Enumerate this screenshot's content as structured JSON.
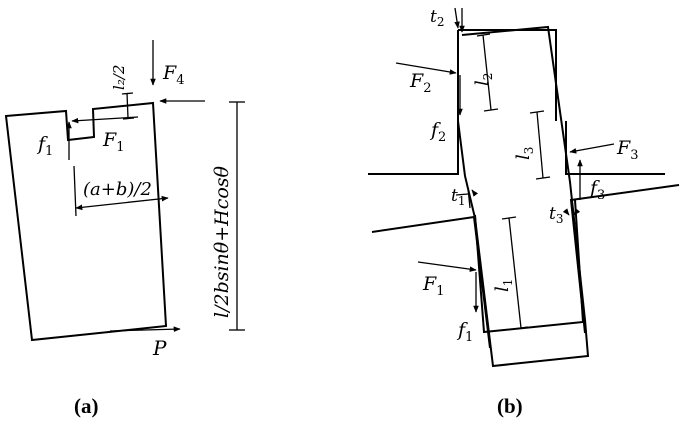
{
  "panel_a": {
    "label": "(a)",
    "labels": {
      "F4": {
        "base": "F",
        "sub": "4"
      },
      "l2_half": "l₂/2",
      "f1": {
        "base": "f",
        "sub": "1"
      },
      "F1": {
        "base": "F",
        "sub": "1"
      },
      "ab_half": "(a+b)/2",
      "P": "P",
      "height": "l/2bsinθ+Hcosθ"
    }
  },
  "panel_b": {
    "label": "(b)",
    "labels": {
      "t2": {
        "base": "t",
        "sub": "2"
      },
      "F2": {
        "base": "F",
        "sub": "2"
      },
      "l2": {
        "base": "l",
        "sub": "2"
      },
      "f2": {
        "base": "f",
        "sub": "2"
      },
      "l3": {
        "base": "l",
        "sub": "3"
      },
      "F3": {
        "base": "F",
        "sub": "3"
      },
      "f3": {
        "base": "f",
        "sub": "3"
      },
      "t1": {
        "base": "t",
        "sub": "1"
      },
      "t3": {
        "base": "t",
        "sub": "3"
      },
      "l1": {
        "base": "l",
        "sub": "1"
      },
      "F1": {
        "base": "F",
        "sub": "1"
      },
      "f1": {
        "base": "f",
        "sub": "1"
      }
    }
  }
}
